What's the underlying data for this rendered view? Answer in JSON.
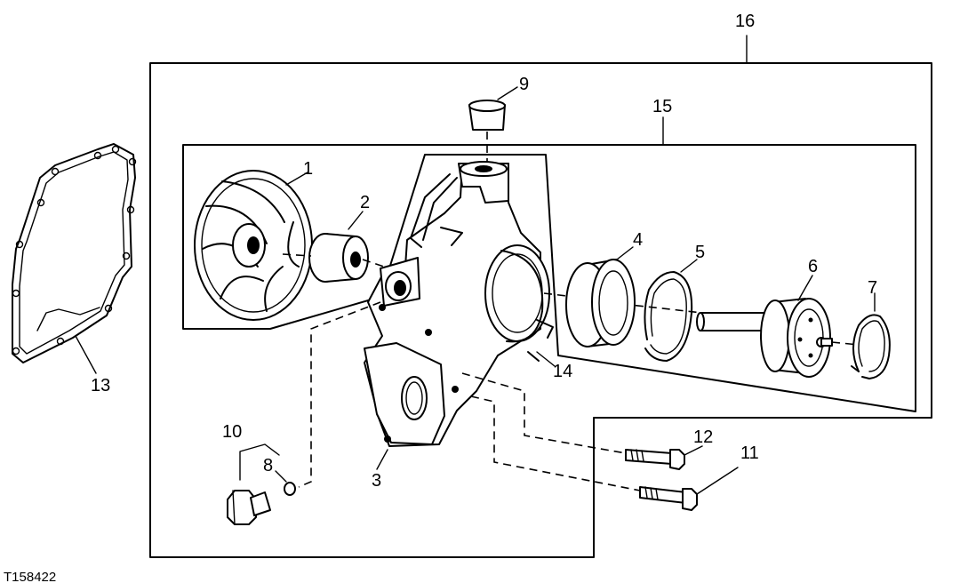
{
  "figure_id": "T158422",
  "callouts": [
    {
      "key": "c1",
      "label": "1"
    },
    {
      "key": "c2",
      "label": "2"
    },
    {
      "key": "c3",
      "label": "3"
    },
    {
      "key": "c4",
      "label": "4"
    },
    {
      "key": "c5",
      "label": "5"
    },
    {
      "key": "c6",
      "label": "6"
    },
    {
      "key": "c7",
      "label": "7"
    },
    {
      "key": "c8",
      "label": "8"
    },
    {
      "key": "c9",
      "label": "9"
    },
    {
      "key": "c10",
      "label": "10"
    },
    {
      "key": "c11",
      "label": "11"
    },
    {
      "key": "c12",
      "label": "12"
    },
    {
      "key": "c13",
      "label": "13"
    },
    {
      "key": "c14",
      "label": "14"
    },
    {
      "key": "c15",
      "label": "15"
    },
    {
      "key": "c16",
      "label": "16"
    }
  ]
}
